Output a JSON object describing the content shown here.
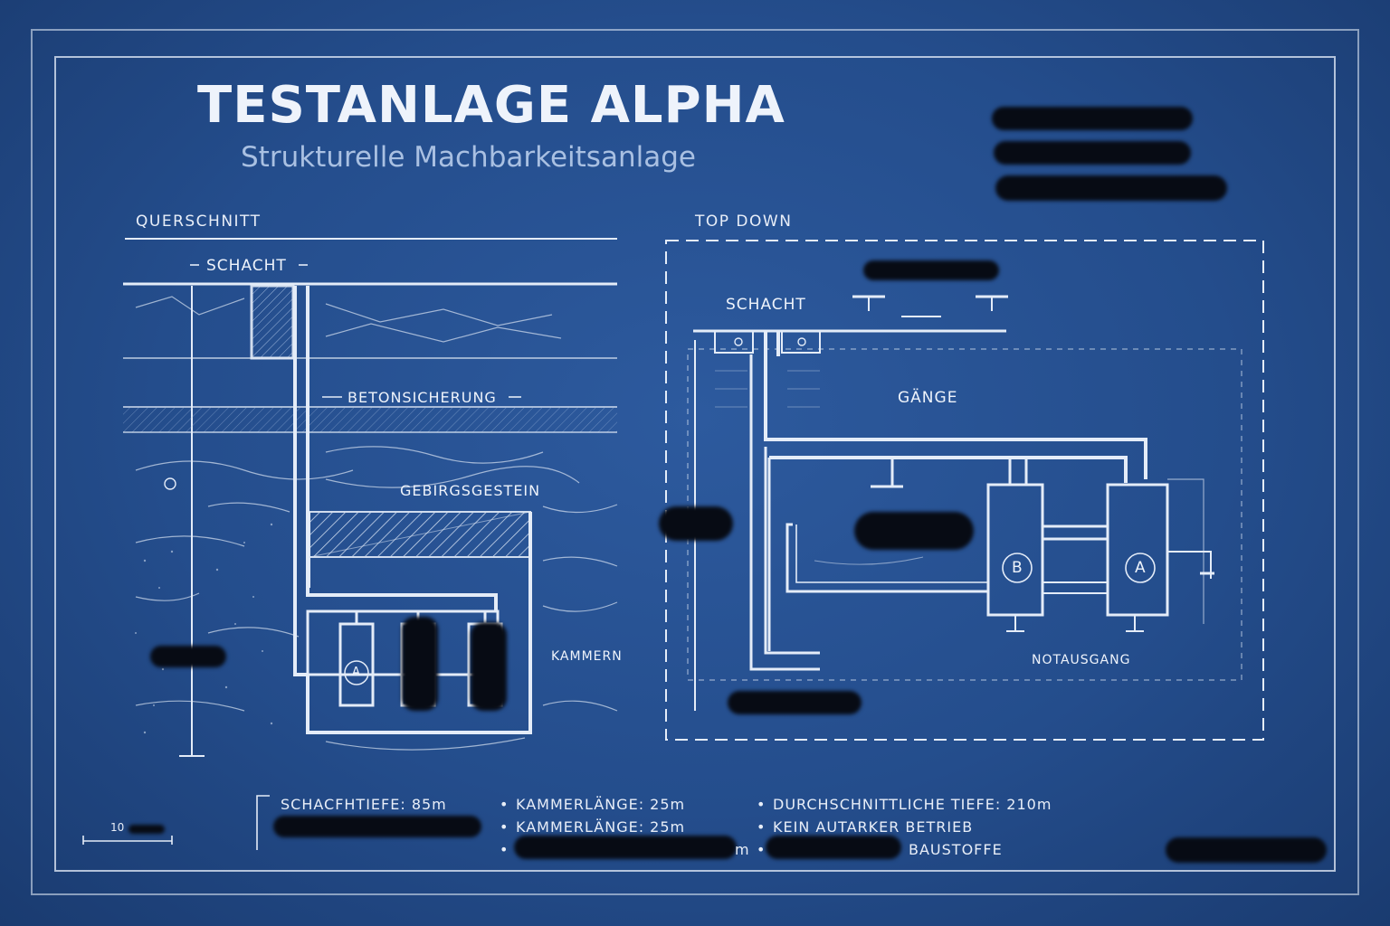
{
  "header": {
    "title": "TESTANLAGE ALPHA",
    "subtitle": "Strukturelle Machbarkeitsanlage"
  },
  "cross_section": {
    "heading": "QUERSCHNITT",
    "labels": {
      "shaft": "SCHACHT",
      "concrete": "BETONSICHERUNG",
      "rock": "GEBIRGSGESTEIN",
      "chambers": "KAMMERN",
      "chamber_a": "A"
    }
  },
  "top_down": {
    "heading": "TOP DOWN",
    "labels": {
      "shaft": "SCHACHT",
      "tunnels": "GÄNGE",
      "emergency_exit": "NOTAUSGANG",
      "chamber_a": "A",
      "chamber_b": "B"
    }
  },
  "notes": {
    "col1": [
      "SCHACFHTIEFE: 85m"
    ],
    "col2": [
      "KAMMERLÄNGE: 25m",
      "KAMMERLÄNGE: 25m",
      "m"
    ],
    "col3": [
      "DURCHSCHNITTLICHE TIEFE: 210m",
      "KEIN AUTARKER BETRIEB",
      "BAUSTOFFE"
    ]
  },
  "scale_bar": {
    "label": "10"
  }
}
